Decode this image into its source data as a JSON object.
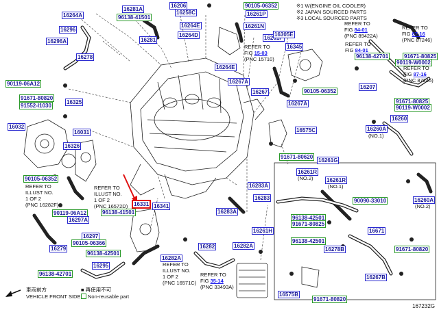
{
  "figure_code": "167232G",
  "notes": {
    "n1": "※1 W(ENGINE OIL COOLER)",
    "n2": "※2 JAPAN SOURCED PARTS",
    "n3": "※3 LOCAL SOURCED PARTS"
  },
  "legend": {
    "front_jp": "車両前方",
    "front_en": "VEHICLE FRONT SIDE",
    "nonreuse_jp": "■ 再使用不可",
    "nonreuse_en": "Non-reusable part"
  },
  "refs": [
    {
      "id": "r1",
      "text": "REFER TO",
      "fig_label": "FIG",
      "fig": "87-16",
      "pnc": "(PNC  87246)"
    },
    {
      "id": "r2",
      "text": "REFER TO",
      "fig_label": "FIG",
      "fig": "84-01",
      "pnc": "(PNC  89422A)"
    },
    {
      "id": "r3",
      "text": "REFER TO",
      "fig_label": "FIG",
      "fig": "84-01",
      "pnc": ""
    },
    {
      "id": "r4",
      "text": "REFER TO",
      "fig_label": "FIG",
      "fig": "15-03",
      "pnc": "(PNC  15710)"
    },
    {
      "id": "r5",
      "text": "REFER TO",
      "fig_label": "FIG",
      "fig": "87-16",
      "pnc": "(PNC  87245)"
    },
    {
      "id": "r6",
      "text": "REFER TO",
      "fig_label": "FIG",
      "fig": "35-14",
      "pnc": "(PNC  33493A)"
    }
  ],
  "illust_refs": [
    {
      "id": "i1",
      "line1": "REFER TO",
      "line2": "ILLUST NO.",
      "line3": "1 OF 2",
      "line4": "(PNC  16282F)"
    },
    {
      "id": "i2",
      "line1": "REFER TO",
      "line2": "ILLUST NO.",
      "line3": "1 OF 2",
      "line4": "(PNC  16572D)"
    },
    {
      "id": "i3",
      "line1": "REFER TO",
      "line2": "ILLUST NO.",
      "line3": "1 OF 2",
      "line4": "(PNC  16571C)"
    }
  ],
  "small_notes": {
    "no2a": "(NO.2)",
    "no1a": "(NO.1)",
    "no1b": "(NO.1)",
    "no2b": "(NO.2)"
  },
  "parts": [
    {
      "id": "p16264A",
      "label": "16264A",
      "std": false
    },
    {
      "id": "p16296",
      "label": "16296",
      "std": false
    },
    {
      "id": "p16296A",
      "label": "16296A",
      "std": false
    },
    {
      "id": "p16278",
      "label": "16278",
      "std": false
    },
    {
      "id": "p16281A",
      "label": "16281A",
      "std": false
    },
    {
      "id": "p96138_41501a",
      "label": "96138-41501",
      "std": true
    },
    {
      "id": "p16281",
      "label": "16281",
      "std": false
    },
    {
      "id": "p16206",
      "label": "16206",
      "std": false
    },
    {
      "id": "p16258C",
      "label": "16258C",
      "std": false
    },
    {
      "id": "p16264E",
      "label": "16264E",
      "std": false
    },
    {
      "id": "p16264D",
      "label": "16264D",
      "std": false
    },
    {
      "id": "p90105_06352a",
      "label": "90105-06352",
      "std": true
    },
    {
      "id": "p16261P_a",
      "label": "16261P",
      "std": false
    },
    {
      "id": "p16261N",
      "label": "16261N",
      "std": false
    },
    {
      "id": "p16261P_b",
      "label": "16261P",
      "std": false
    },
    {
      "id": "p16305E",
      "label": "16305E",
      "std": false
    },
    {
      "id": "p16345",
      "label": "16345",
      "std": false
    },
    {
      "id": "p16264E_b",
      "label": "16264E",
      "std": false
    },
    {
      "id": "p96138_42701a",
      "label": "96138-42701",
      "std": true
    },
    {
      "id": "p91671_80825a",
      "label": "91671-80825",
      "std": true
    },
    {
      "id": "p90119_W0002a",
      "label": "90119-W0002",
      "std": true
    },
    {
      "id": "p90119_06A12a",
      "label": "90119-06A12",
      "std": true
    },
    {
      "id": "p91671_80820a",
      "label": "91671-80820",
      "std": true
    },
    {
      "id": "p91552_1030",
      "label": "91552-I1030",
      "std": true
    },
    {
      "id": "p16325",
      "label": "16325",
      "std": false
    },
    {
      "id": "p16032",
      "label": "16032",
      "std": false
    },
    {
      "id": "p16031",
      "label": "16031",
      "std": false
    },
    {
      "id": "p16326",
      "label": "16326",
      "std": false
    },
    {
      "id": "p16267A_a",
      "label": "16267A",
      "std": false
    },
    {
      "id": "p16267",
      "label": "16267",
      "std": false
    },
    {
      "id": "p90105_06352b",
      "label": "90105-06352",
      "std": true
    },
    {
      "id": "p16267A_b",
      "label": "16267A",
      "std": false
    },
    {
      "id": "p16207",
      "label": "16207",
      "std": false
    },
    {
      "id": "p91671_80825b",
      "label": "91671-80825",
      "std": true
    },
    {
      "id": "p90119_W0002b",
      "label": "90119-W0002",
      "std": true
    },
    {
      "id": "p16260",
      "label": "16260",
      "std": false
    },
    {
      "id": "p16260A_a",
      "label": "16260A",
      "std": false
    },
    {
      "id": "p16575C",
      "label": "16575C",
      "std": false
    },
    {
      "id": "p91671_80620",
      "label": "91671-80620",
      "std": true
    },
    {
      "id": "p16261G",
      "label": "16261G",
      "std": false
    },
    {
      "id": "p16261R_a",
      "label": "16261R",
      "std": false
    },
    {
      "id": "p16261R_b",
      "label": "16261R",
      "std": false
    },
    {
      "id": "p90105_06352c",
      "label": "90105-06352",
      "std": true
    },
    {
      "id": "p16283A",
      "label": "16283A",
      "std": false
    },
    {
      "id": "p16283",
      "label": "16283",
      "std": false
    },
    {
      "id": "p16283A_b",
      "label": "16283A",
      "std": false
    },
    {
      "id": "p16331",
      "label": "16331",
      "std": false,
      "highlight": true
    },
    {
      "id": "p16341",
      "label": "16341",
      "std": false
    },
    {
      "id": "p96138_41501b",
      "label": "96138-41501",
      "std": true
    },
    {
      "id": "p90119_06A12b",
      "label": "90119-06A12",
      "std": true
    },
    {
      "id": "p16297A",
      "label": "16297A",
      "std": false
    },
    {
      "id": "p16297",
      "label": "16297",
      "std": false
    },
    {
      "id": "p90105_06366",
      "label": "90105-06366",
      "std": true
    },
    {
      "id": "p16279",
      "label": "16279",
      "std": false
    },
    {
      "id": "p96138_42501a",
      "label": "96138-42501",
      "std": true
    },
    {
      "id": "p16295",
      "label": "16295",
      "std": false
    },
    {
      "id": "p96138_42701b",
      "label": "96138-42701",
      "std": true
    },
    {
      "id": "p16282",
      "label": "16282",
      "std": false
    },
    {
      "id": "p16282A",
      "label": "16282A",
      "std": false
    },
    {
      "id": "p16282A_b",
      "label": "16282A",
      "std": false
    },
    {
      "id": "p16261H",
      "label": "16261H",
      "std": false
    },
    {
      "id": "p96138_42501b",
      "label": "96138-42501",
      "std": true
    },
    {
      "id": "p91671_80825c",
      "label": "91671-80825",
      "std": true
    },
    {
      "id": "p90090_33010",
      "label": "90090-33010",
      "std": true
    },
    {
      "id": "p16671",
      "label": "16671",
      "std": false
    },
    {
      "id": "p96138_42501c",
      "label": "96138-42501",
      "std": true
    },
    {
      "id": "p16278B",
      "label": "16278B",
      "std": false
    },
    {
      "id": "p91671_80820b",
      "label": "91671-80820",
      "std": true
    },
    {
      "id": "p16260A_b",
      "label": "16260A",
      "std": false
    },
    {
      "id": "p16575B",
      "label": "16575B",
      "std": false
    },
    {
      "id": "p91671_80820c",
      "label": "91671-80820",
      "std": true
    },
    {
      "id": "p16267B",
      "label": "16267B",
      "std": false
    }
  ]
}
